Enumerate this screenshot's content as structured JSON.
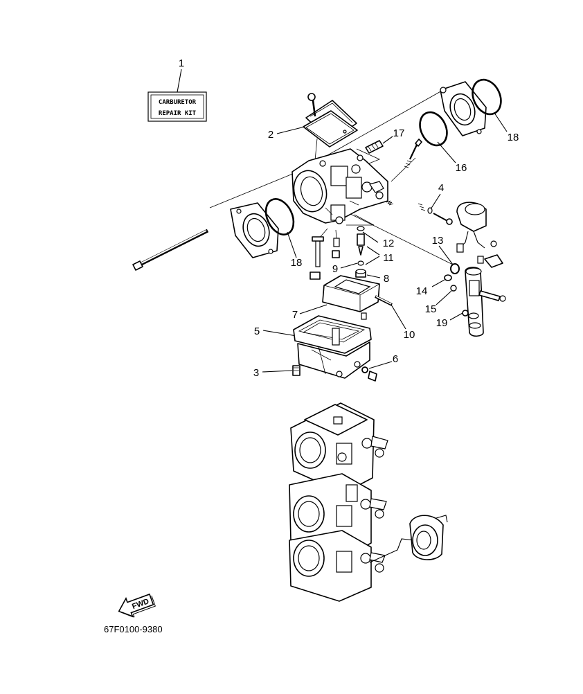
{
  "diagram": {
    "repair_kit_label": {
      "line1": "CARBURETOR",
      "line2": "REPAIR KIT"
    },
    "fwd_label": "FWD",
    "drawing_code": "67F0100-9380"
  },
  "callouts": {
    "n1": "1",
    "n2": "2",
    "n3": "3",
    "n4": "4",
    "n5": "5",
    "n6": "6",
    "n7": "7",
    "n8": "8",
    "n9": "9",
    "n10": "10",
    "n11": "11",
    "n12": "12",
    "n13": "13",
    "n14": "14",
    "n15": "15",
    "n16": "16",
    "n17": "17",
    "n18a": "18",
    "n18b": "18",
    "n19": "19"
  }
}
